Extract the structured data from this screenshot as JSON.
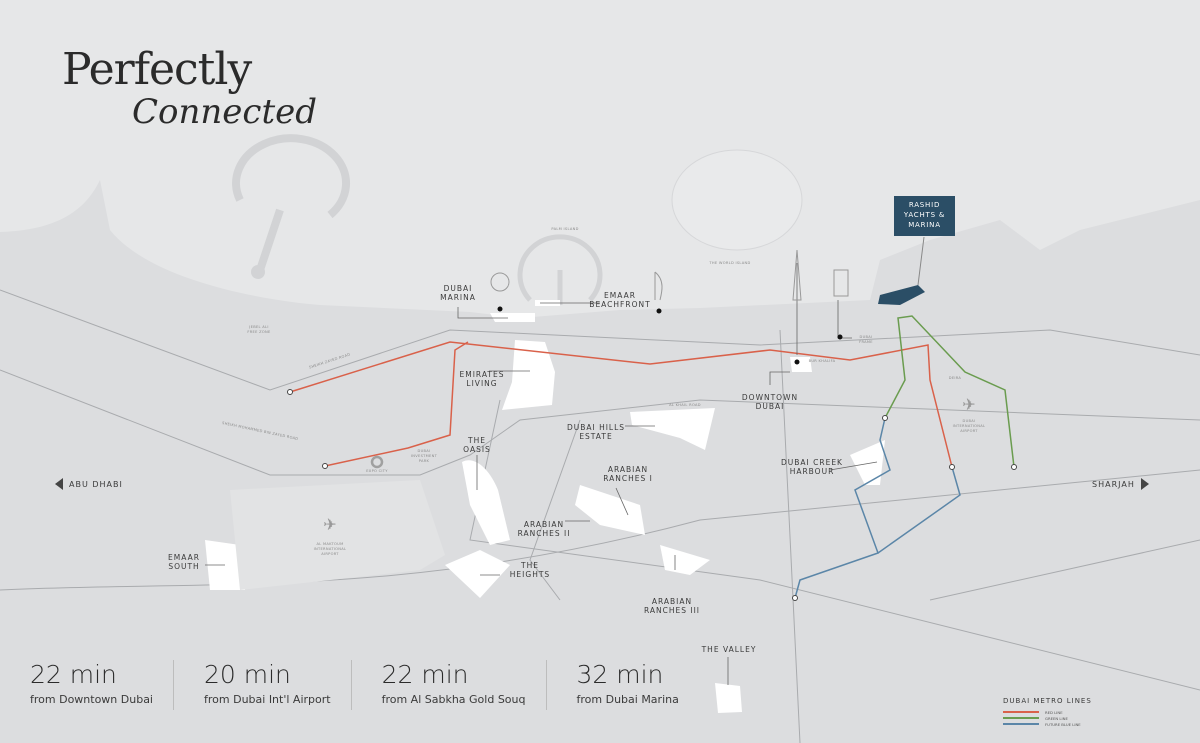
{
  "title": {
    "line1": "Perfectly",
    "line2": "Connected"
  },
  "colors": {
    "land": "#dcdddf",
    "sea": "#e6e7e8",
    "development": "#ffffff",
    "highlight": "#2b4e66",
    "red_line": "#d9614a",
    "green_line": "#6a9c4f",
    "blue_line": "#5b86a8"
  },
  "directions": {
    "left": "ABU DHABI",
    "right": "SHARJAH"
  },
  "highlight_label": "RASHID YACHTS & MARINA",
  "places": {
    "dubai_marina": [
      "DUBAI",
      "MARINA"
    ],
    "emaar_beachfront": [
      "EMAAR",
      "BEACHFRONT"
    ],
    "emirates_living": [
      "EMIRATES",
      "LIVING"
    ],
    "downtown_dubai": [
      "DOWNTOWN",
      "DUBAI"
    ],
    "dubai_hills": [
      "DUBAI HILLS",
      "ESTATE"
    ],
    "the_oasis": [
      "THE",
      "OASIS"
    ],
    "arabian_ranches_1": [
      "ARABIAN",
      "RANCHES I"
    ],
    "arabian_ranches_2": [
      "ARABIAN",
      "RANCHES II"
    ],
    "dubai_creek": [
      "DUBAI CREEK",
      "HARBOUR"
    ],
    "emaar_south": [
      "EMAAR",
      "SOUTH"
    ],
    "the_heights": [
      "THE",
      "HEIGHTS"
    ],
    "arabian_ranches_3": [
      "ARABIAN",
      "RANCHES III"
    ],
    "the_valley": [
      "THE VALLEY"
    ]
  },
  "minor_labels": {
    "palm_island": "PALM ISLAND",
    "world_island": "THE WORLD ISLAND",
    "jebel_ali": [
      "JEBEL ALI",
      "FREE ZONE"
    ],
    "sheikh_zayed": "SHEIKH ZAYED ROAD",
    "al_khail": "AL KHAIL ROAD",
    "mbz_road": "SHEIKH MOHAMMED BIN ZAYED ROAD",
    "expo": "EXPO CITY",
    "dip": [
      "DUBAI",
      "INVESTMENT",
      "PARK"
    ],
    "dwc": [
      "AL MAKTOUM",
      "INTERNATIONAL",
      "AIRPORT"
    ],
    "dxb": [
      "DUBAI",
      "INTERNATIONAL",
      "AIRPORT"
    ],
    "deira": "DEIRA",
    "dubai_frame": [
      "DUBAI",
      "FRAME"
    ],
    "bur_dubai": "BUR KHALIFA"
  },
  "stats": [
    {
      "value": "22 min",
      "label": "from Downtown Dubai"
    },
    {
      "value": "20 min",
      "label": "from Dubai Int'l Airport"
    },
    {
      "value": "22 min",
      "label": "from Al Sabkha Gold Souq"
    },
    {
      "value": "32 min",
      "label": "from Dubai Marina"
    }
  ],
  "legend": {
    "title": "DUBAI METRO LINES",
    "items": [
      {
        "label": "RED LINE",
        "color": "#d9614a"
      },
      {
        "label": "GREEN LINE",
        "color": "#6a9c4f"
      },
      {
        "label": "FUTURE BLUE LINE",
        "color": "#5b86a8"
      }
    ]
  }
}
